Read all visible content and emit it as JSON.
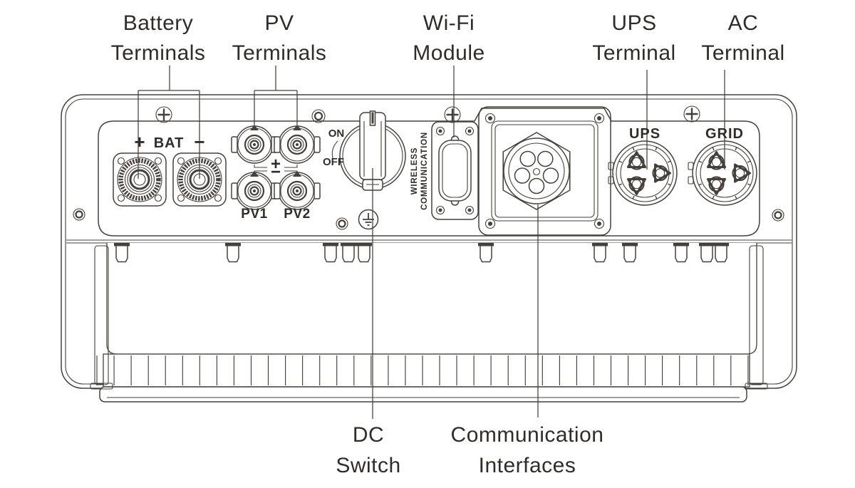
{
  "colors": {
    "line": "#46403a",
    "text": "#322c28",
    "background": "#ffffff"
  },
  "callouts": {
    "battery": [
      "Battery",
      "Terminals"
    ],
    "pv": [
      "PV",
      "Terminals"
    ],
    "wifi": [
      "Wi-Fi",
      "Module"
    ],
    "ups": [
      "UPS",
      "Terminal"
    ],
    "ac": [
      "AC",
      "Terminal"
    ],
    "dc_switch": [
      "DC",
      "Switch"
    ],
    "communication": [
      "Communication",
      "Interfaces"
    ]
  },
  "panel": {
    "bat_label": "BAT",
    "bat_plus": "+",
    "bat_minus": "−",
    "pv_plus": "+",
    "pv_minus": "−",
    "pv1": "PV1",
    "pv2": "PV2",
    "switch_on": "ON",
    "switch_off": "OFF",
    "wireless": [
      "WIRELESS",
      "COMMUNICATION"
    ],
    "ups": "UPS",
    "grid": "GRID"
  }
}
